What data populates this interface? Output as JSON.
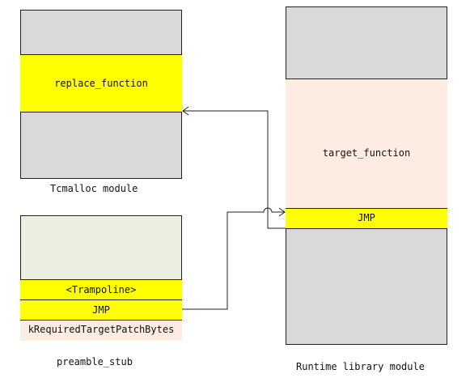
{
  "colors": {
    "gray": "#d9d9d9",
    "yellow": "#ffff00",
    "peach": "#fdece1",
    "light_green": "#ebefe0",
    "border": "#222222",
    "line": "#222222"
  },
  "tcmalloc": {
    "caption": "Tcmalloc module",
    "replace_label": "replace_function"
  },
  "preamble": {
    "caption": "preamble_stub",
    "trampoline_label": "<Trampoline>",
    "jmp_label": "JMP",
    "patch_label": "kRequiredTargetPatchBytes"
  },
  "runtime": {
    "caption": "Runtime library module",
    "target_label": "target_function",
    "jmp_label": "JMP"
  }
}
